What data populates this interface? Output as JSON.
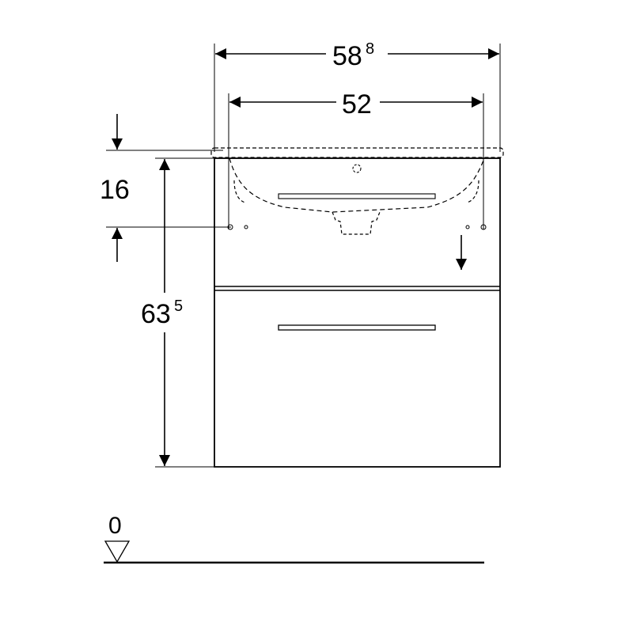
{
  "dimensions": {
    "overall_width": {
      "main": "58",
      "sup": "8"
    },
    "inner_width": {
      "main": "52"
    },
    "height_offset": {
      "main": "16"
    },
    "total_height": {
      "main": "63",
      "sup": "5"
    },
    "floor_level": {
      "main": "0"
    }
  }
}
